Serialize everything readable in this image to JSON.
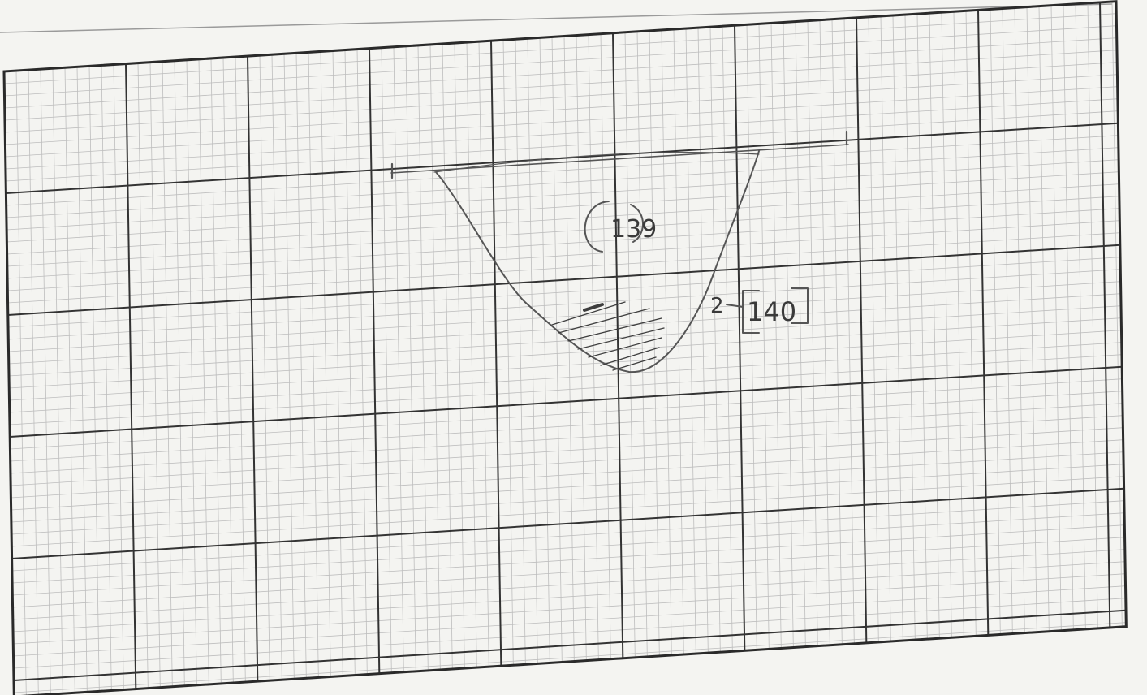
{
  "labels": {
    "circle_label": "139",
    "box_label": "140",
    "leader_mark": "2"
  },
  "colors": {
    "paper": "#f4f4f1",
    "grid_major": "#2f2f2f",
    "grid_minor": "#b7b7b7",
    "pencil": "#555555",
    "hatch": "#3d3d3d"
  }
}
